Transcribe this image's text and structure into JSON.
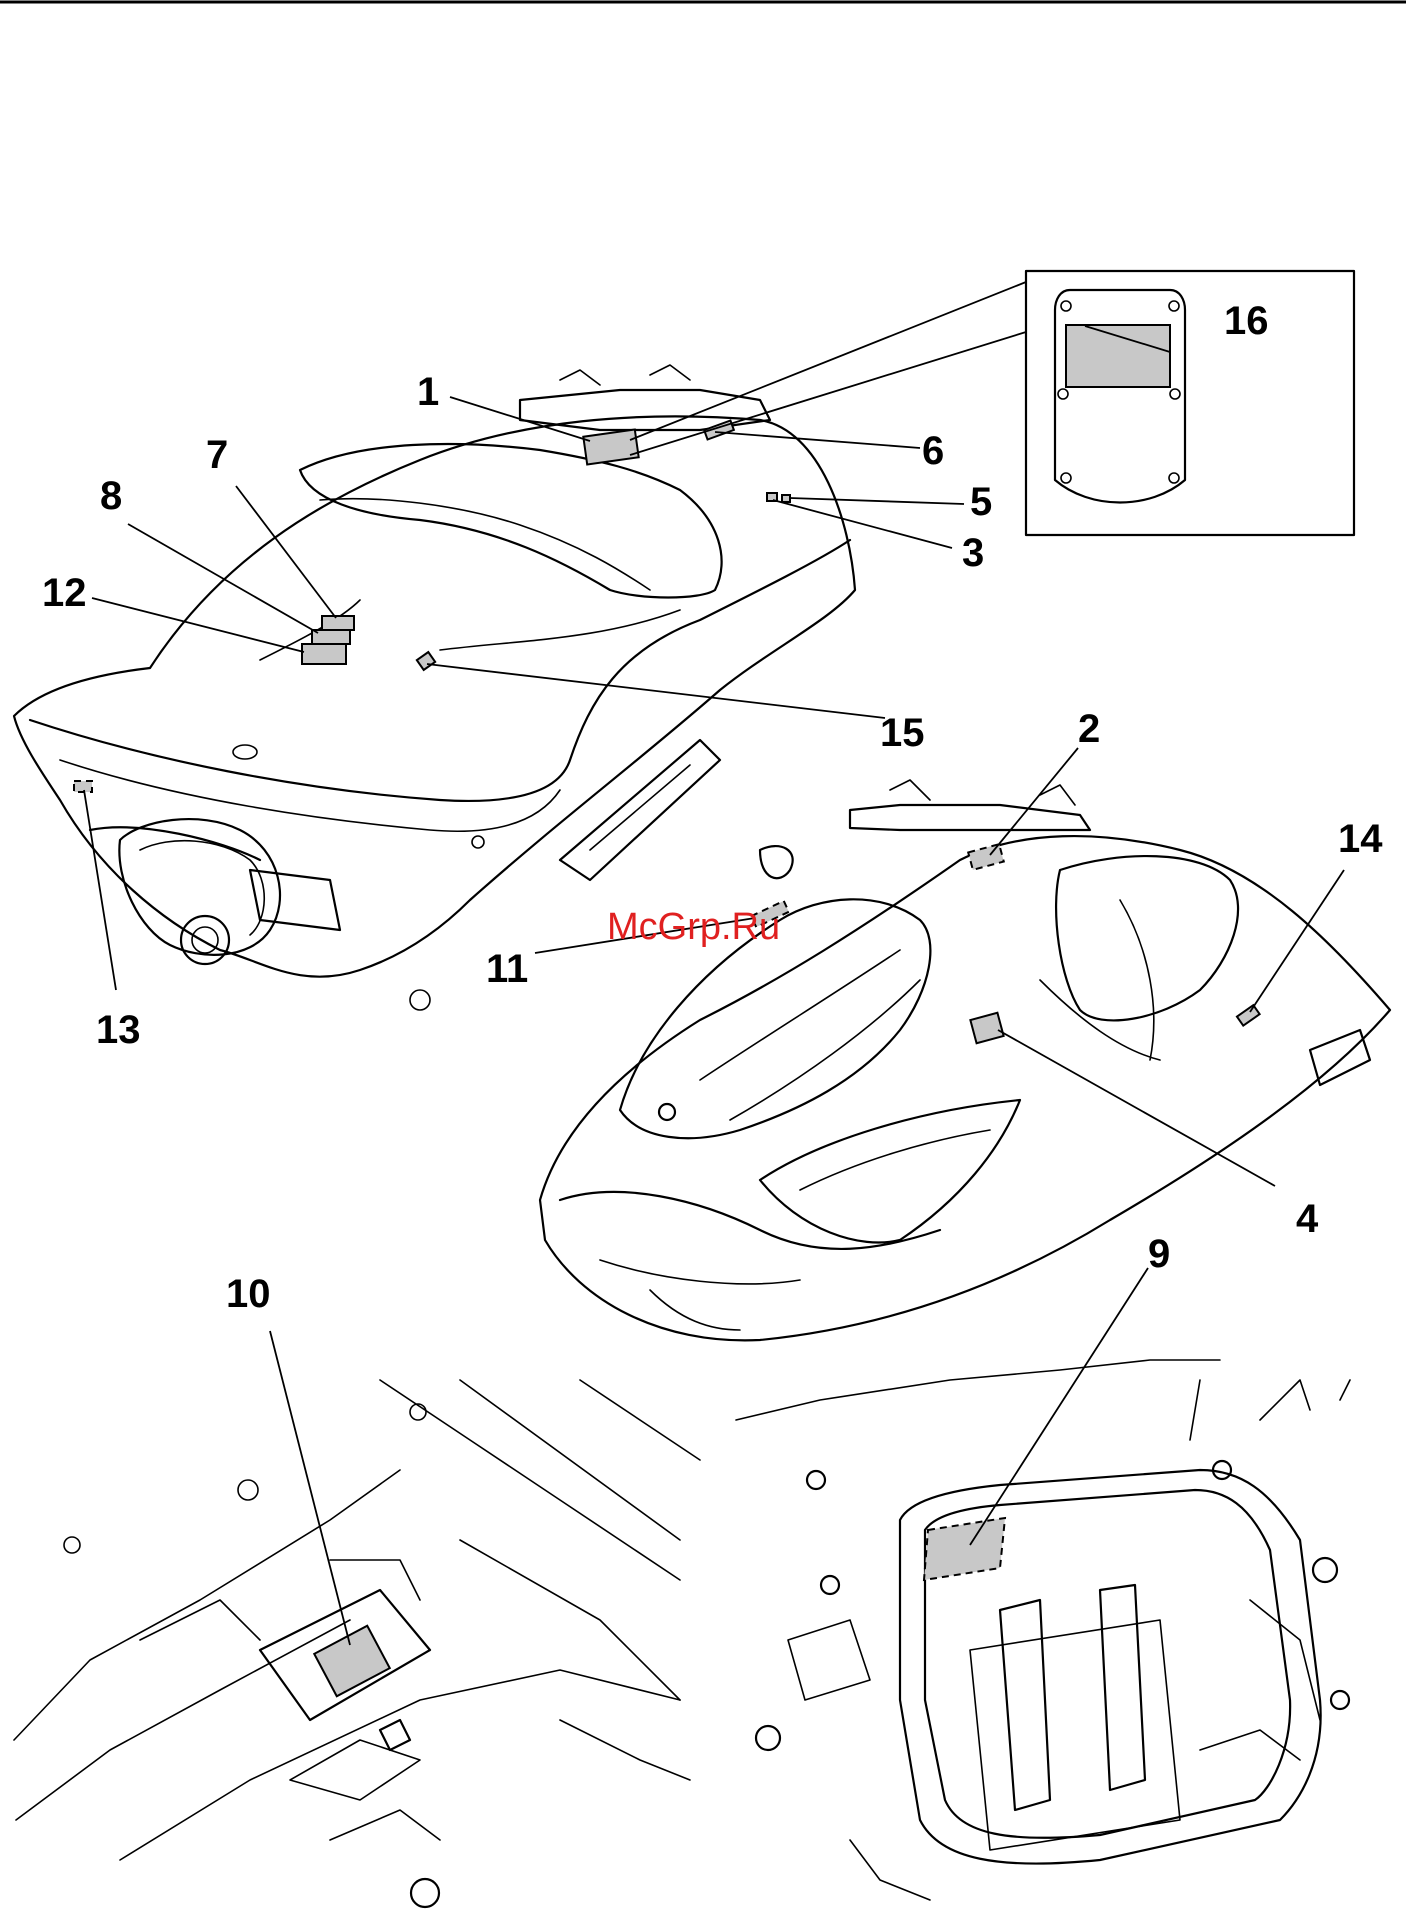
{
  "callouts": {
    "c1": "1",
    "c2": "2",
    "c3": "3",
    "c4": "4",
    "c5": "5",
    "c6": "6",
    "c7": "7",
    "c8": "8",
    "c9": "9",
    "c10": "10",
    "c11": "11",
    "c12": "12",
    "c13": "13",
    "c14": "14",
    "c15": "15",
    "c16": "16"
  },
  "watermark": "McGrp.Ru",
  "colors": {
    "decal_fill": "#c8c8c8",
    "outline": "#000000",
    "watermark": "#e02020"
  }
}
